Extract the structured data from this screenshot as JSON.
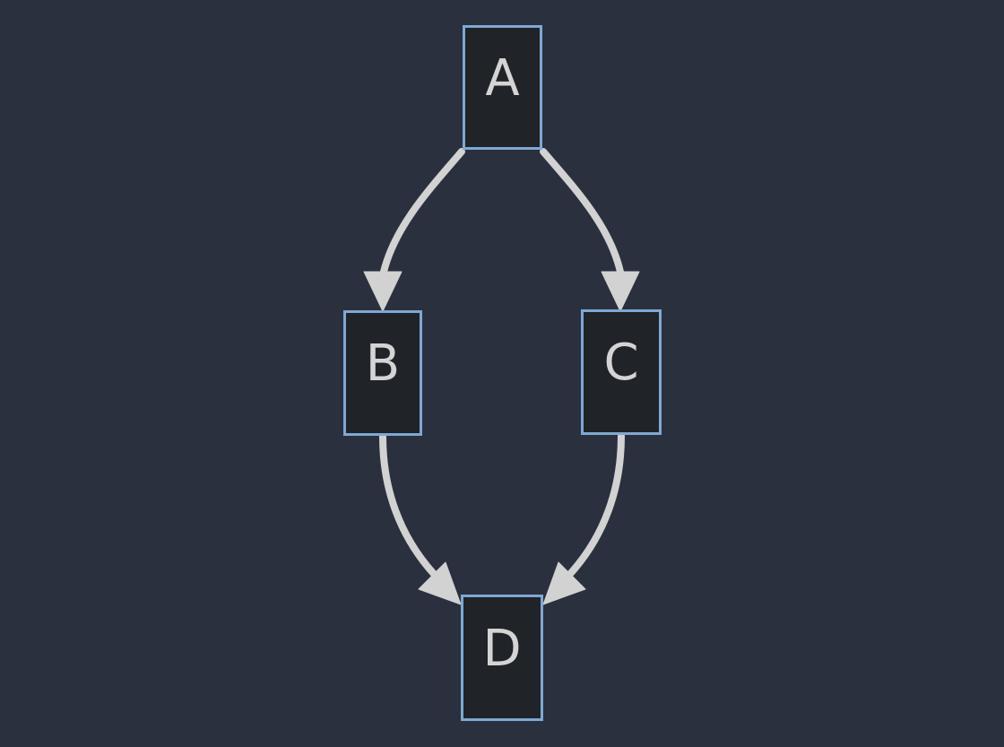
{
  "diagram": {
    "type": "flowchart",
    "direction": "top-down",
    "nodes": [
      {
        "id": "A",
        "label": "A"
      },
      {
        "id": "B",
        "label": "B"
      },
      {
        "id": "C",
        "label": "C"
      },
      {
        "id": "D",
        "label": "D"
      }
    ],
    "edges": [
      {
        "from": "A",
        "to": "B"
      },
      {
        "from": "A",
        "to": "C"
      },
      {
        "from": "B",
        "to": "D"
      },
      {
        "from": "C",
        "to": "D"
      }
    ],
    "colors": {
      "background": "#2a303e",
      "node_fill": "#202327",
      "node_border": "#7fa8d4",
      "edge": "#d2d2d2",
      "label_text": "#d4d4d4"
    }
  }
}
